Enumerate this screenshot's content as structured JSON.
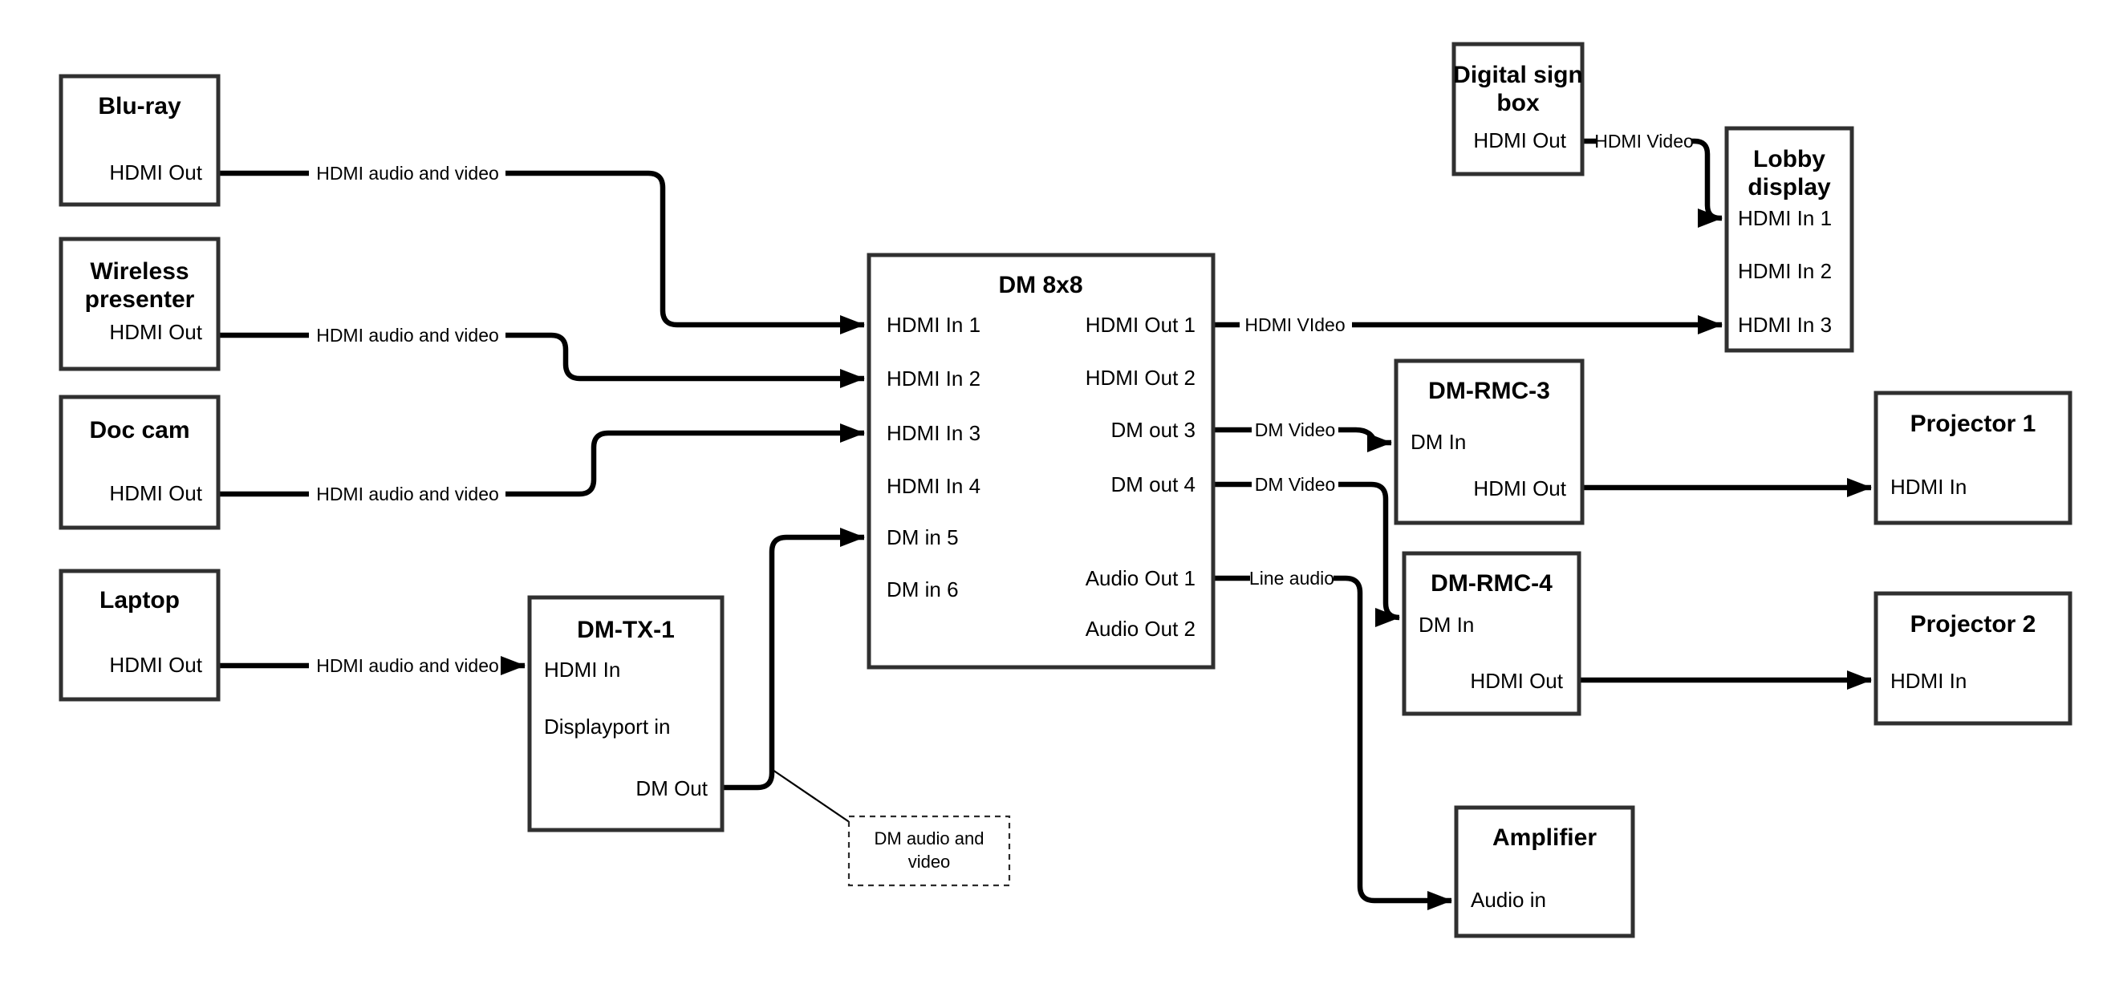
{
  "diagram": {
    "background": "#ffffff",
    "wire_color": "#000000",
    "box_border_color": "#303030"
  },
  "nodes": {
    "bluray": {
      "title": "Blu-ray",
      "hdmi_out": "HDMI Out"
    },
    "wireless": {
      "title1": "Wireless",
      "title2": "presenter",
      "hdmi_out": "HDMI Out"
    },
    "doccam": {
      "title": "Doc cam",
      "hdmi_out": "HDMI Out"
    },
    "laptop": {
      "title": "Laptop",
      "hdmi_out": "HDMI Out"
    },
    "dmtx1": {
      "title": "DM-TX-1",
      "hdmi_in": "HDMI In",
      "displayport_in": "Displayport in",
      "dm_out": "DM Out"
    },
    "dm8x8": {
      "title": "DM 8x8",
      "in1": "HDMI In 1",
      "in2": "HDMI In 2",
      "in3": "HDMI In 3",
      "in4": "HDMI In 4",
      "in5": "DM in 5",
      "in6": "DM in 6",
      "out1": "HDMI Out 1",
      "out2": "HDMI Out 2",
      "out3": "DM out 3",
      "out4": "DM out 4",
      "aout1": "Audio Out 1",
      "aout2": "Audio Out 2"
    },
    "signbox": {
      "title1": "Digital sign",
      "title2": "box",
      "hdmi_out": "HDMI Out"
    },
    "lobby": {
      "title1": "Lobby",
      "title2": "display",
      "in1": "HDMI In 1",
      "in2": "HDMI In 2",
      "in3": "HDMI In 3"
    },
    "dmrmc3": {
      "title": "DM-RMC-3",
      "dm_in": "DM In",
      "hdmi_out": "HDMI Out"
    },
    "dmrmc4": {
      "title": "DM-RMC-4",
      "dm_in": "DM In",
      "hdmi_out": "HDMI Out"
    },
    "amplifier": {
      "title": "Amplifier",
      "audio_in": "Audio in"
    },
    "projector1": {
      "title": "Projector 1",
      "hdmi_in": "HDMI In"
    },
    "projector2": {
      "title": "Projector 2",
      "hdmi_in": "HDMI In"
    }
  },
  "wires": {
    "bluray_label": "HDMI audio and video",
    "wireless_label": "HDMI audio and video",
    "doccam_label": "HDMI audio and video",
    "laptop_label": "HDMI audio and video",
    "out1_label": "HDMI VIdeo",
    "signbox_label": "HDMI Video",
    "out3_label": "DM Video",
    "out4_label": "DM Video",
    "aout1_label": "Line audio"
  },
  "callout": {
    "line1": "DM audio and",
    "line2": "video"
  }
}
